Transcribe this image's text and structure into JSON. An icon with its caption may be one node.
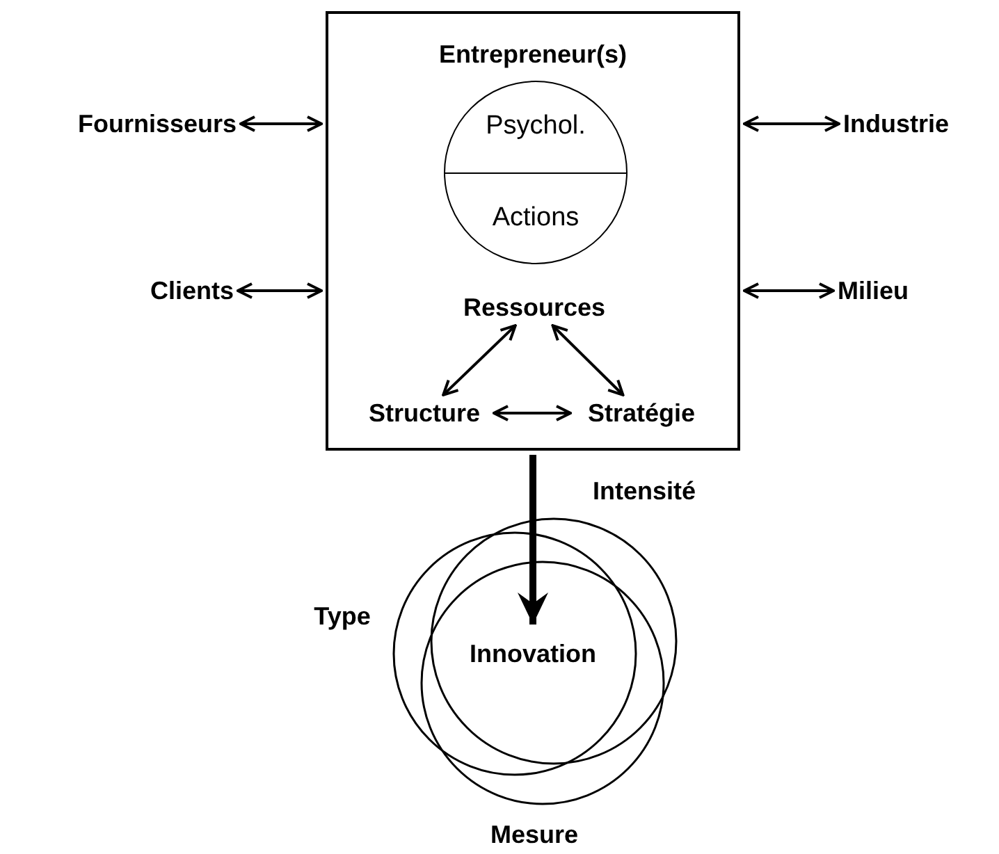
{
  "diagram": {
    "nodes": [
      {
        "text": [
          "Entrepreneur(s)"
        ]
      },
      {
        "text": [
          "Psychol.",
          "Actions"
        ],
        "in": 0
      },
      {
        "text": [
          "Ressources"
        ],
        "in": 0
      },
      {
        "text": [
          "Structure"
        ],
        "in": 0
      },
      {
        "text": [
          "Stratégie"
        ],
        "in": 0
      },
      {
        "text": [
          "Fournisseurs"
        ]
      },
      {
        "text": [
          "Clients"
        ]
      },
      {
        "text": [
          "Industrie"
        ]
      },
      {
        "text": [
          "Milieu"
        ]
      },
      {
        "text": [
          "Innovation"
        ]
      }
    ],
    "edges": [
      {
        "from": 5,
        "to": 0,
        "arrow": "both"
      },
      {
        "from": 6,
        "to": 0,
        "arrow": "both"
      },
      {
        "from": 0,
        "to": 7,
        "arrow": "both"
      },
      {
        "from": 0,
        "to": 8,
        "arrow": "both"
      },
      {
        "from": 2,
        "to": 3,
        "arrow": "both"
      },
      {
        "from": 2,
        "to": 4,
        "arrow": "both"
      },
      {
        "from": 3,
        "to": 4,
        "arrow": "both"
      },
      {
        "from": 0,
        "to": 9,
        "arrow": "to",
        "style": "thick"
      }
    ],
    "labels": [
      "Intensité",
      "Type",
      "Mesure"
    ]
  }
}
